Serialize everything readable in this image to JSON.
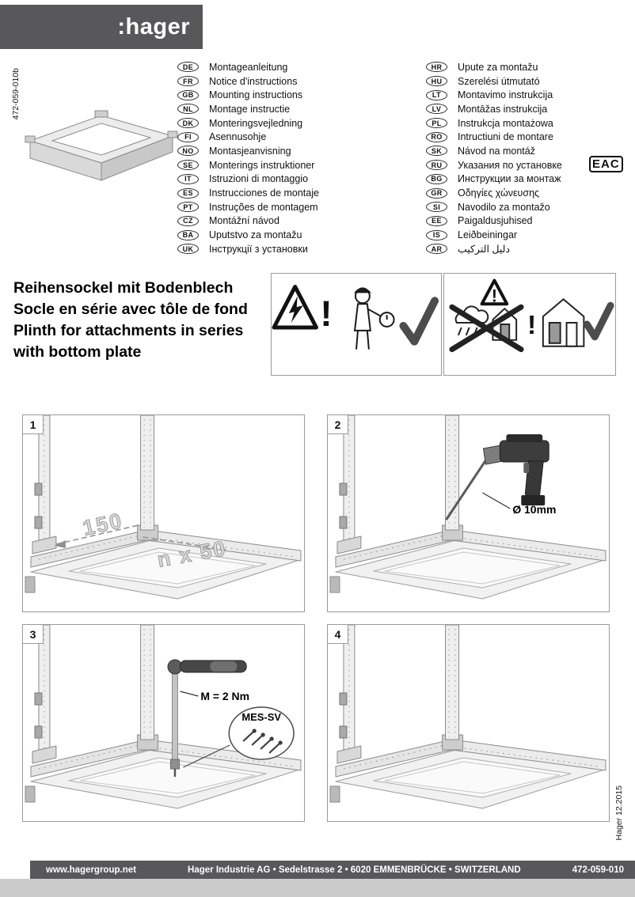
{
  "header": {
    "logo": ":hager"
  },
  "meta": {
    "doc_number_side": "472-059-010b",
    "version_side": "Hager 12.2015"
  },
  "languages": {
    "left": [
      {
        "code": "DE",
        "label": "Montageanleitung"
      },
      {
        "code": "FR",
        "label": "Notice d'instructions"
      },
      {
        "code": "GB",
        "label": "Mounting instructions"
      },
      {
        "code": "NL",
        "label": "Montage instructie"
      },
      {
        "code": "DK",
        "label": "Monteringsvejledning"
      },
      {
        "code": "FI",
        "label": "Asennusohje"
      },
      {
        "code": "NO",
        "label": "Montasjeanvisning"
      },
      {
        "code": "SE",
        "label": "Monterings instruktioner"
      },
      {
        "code": "IT",
        "label": "Istruzioni di montaggio"
      },
      {
        "code": "ES",
        "label": "Instrucciones de montaje"
      },
      {
        "code": "PT",
        "label": "Instruções de montagem"
      },
      {
        "code": "CZ",
        "label": "Montážní návod"
      },
      {
        "code": "BA",
        "label": "Uputstvo za montažu"
      },
      {
        "code": "UK",
        "label": "Інструкції з установки"
      }
    ],
    "right": [
      {
        "code": "HR",
        "label": "Upute za montažu"
      },
      {
        "code": "HU",
        "label": "Szerelési útmutató"
      },
      {
        "code": "LT",
        "label": "Montavimo instrukcija"
      },
      {
        "code": "LV",
        "label": "Montāžas instrukcija"
      },
      {
        "code": "PL",
        "label": "Instrukcja montażowa"
      },
      {
        "code": "RO",
        "label": "Intructiuni de montare"
      },
      {
        "code": "SK",
        "label": "Návod na montáž"
      },
      {
        "code": "RU",
        "label": "Указания по установке",
        "badge": "EAC"
      },
      {
        "code": "BG",
        "label": "Инструкции за монтаж"
      },
      {
        "code": "GR",
        "label": "Οδηγίες χώνευσης"
      },
      {
        "code": "SI",
        "label": "Navodilo za montažo"
      },
      {
        "code": "EE",
        "label": "Paigaldusjuhised"
      },
      {
        "code": "IS",
        "label": "Leiðbeiningar"
      },
      {
        "code": "AR",
        "label": "دليل التركيب"
      }
    ]
  },
  "title": {
    "line1": "Reihensockel mit Bodenblech",
    "line2": "Socle en série avec tôle de fond",
    "line3": "Plinth for attachments in series",
    "line4": "with bottom plate"
  },
  "pictograms": {
    "exclamation": "!"
  },
  "steps": [
    {
      "number": "1",
      "labels": {
        "dim1": "150",
        "dim2": "n x 50"
      }
    },
    {
      "number": "2",
      "labels": {
        "drill": "Ø 10mm"
      }
    },
    {
      "number": "3",
      "labels": {
        "torque": "M = 2 Nm",
        "kit": "MES-SV"
      }
    },
    {
      "number": "4",
      "labels": {}
    }
  ],
  "footer": {
    "website": "www.hagergroup.net",
    "address": "Hager Industrie AG • Sedelstrasse 2 • 6020 EMMENBRÜCKE • SWITZERLAND",
    "doc_number": "472-059-010"
  },
  "colors": {
    "brand_gray": "#58585a",
    "panel_border": "#9a9a9a",
    "strip_gray": "#cbcbcb"
  }
}
